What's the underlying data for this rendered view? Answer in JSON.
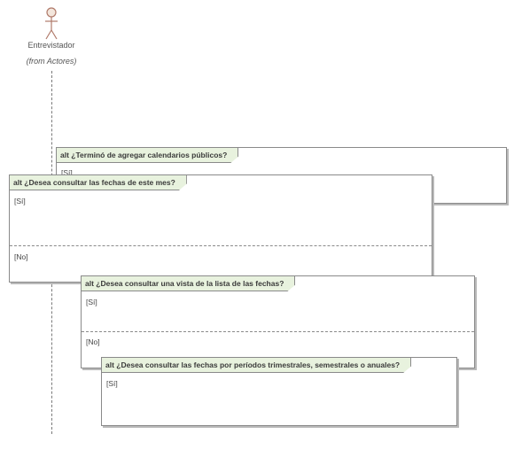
{
  "actor": {
    "name": "Entrevistador",
    "source": "(from Actores)"
  },
  "frames": {
    "f1": {
      "title": "alt ¿Terminó de agregar calendarios públicos?",
      "guard1": "[Sí]"
    },
    "f2": {
      "title": "alt ¿Desea consultar las fechas de este mes?",
      "guard1": "[Sí]",
      "guard2": "[No]"
    },
    "f3": {
      "title": "alt ¿Desea consultar una vista de la lista de las fechas?",
      "guard1": "[Sí]",
      "guard2": "[No]"
    },
    "f4": {
      "title": "alt ¿Desea consultar las fechas por períodos trimestrales, semestrales o anuales?",
      "guard1": "[Sí]"
    }
  },
  "colors": {
    "frame_title_bg": "#e8f2de",
    "frame_border": "#8a8a8a",
    "actor_stroke": "#b07a6a",
    "actor_head_fill": "#f3e6dc"
  }
}
